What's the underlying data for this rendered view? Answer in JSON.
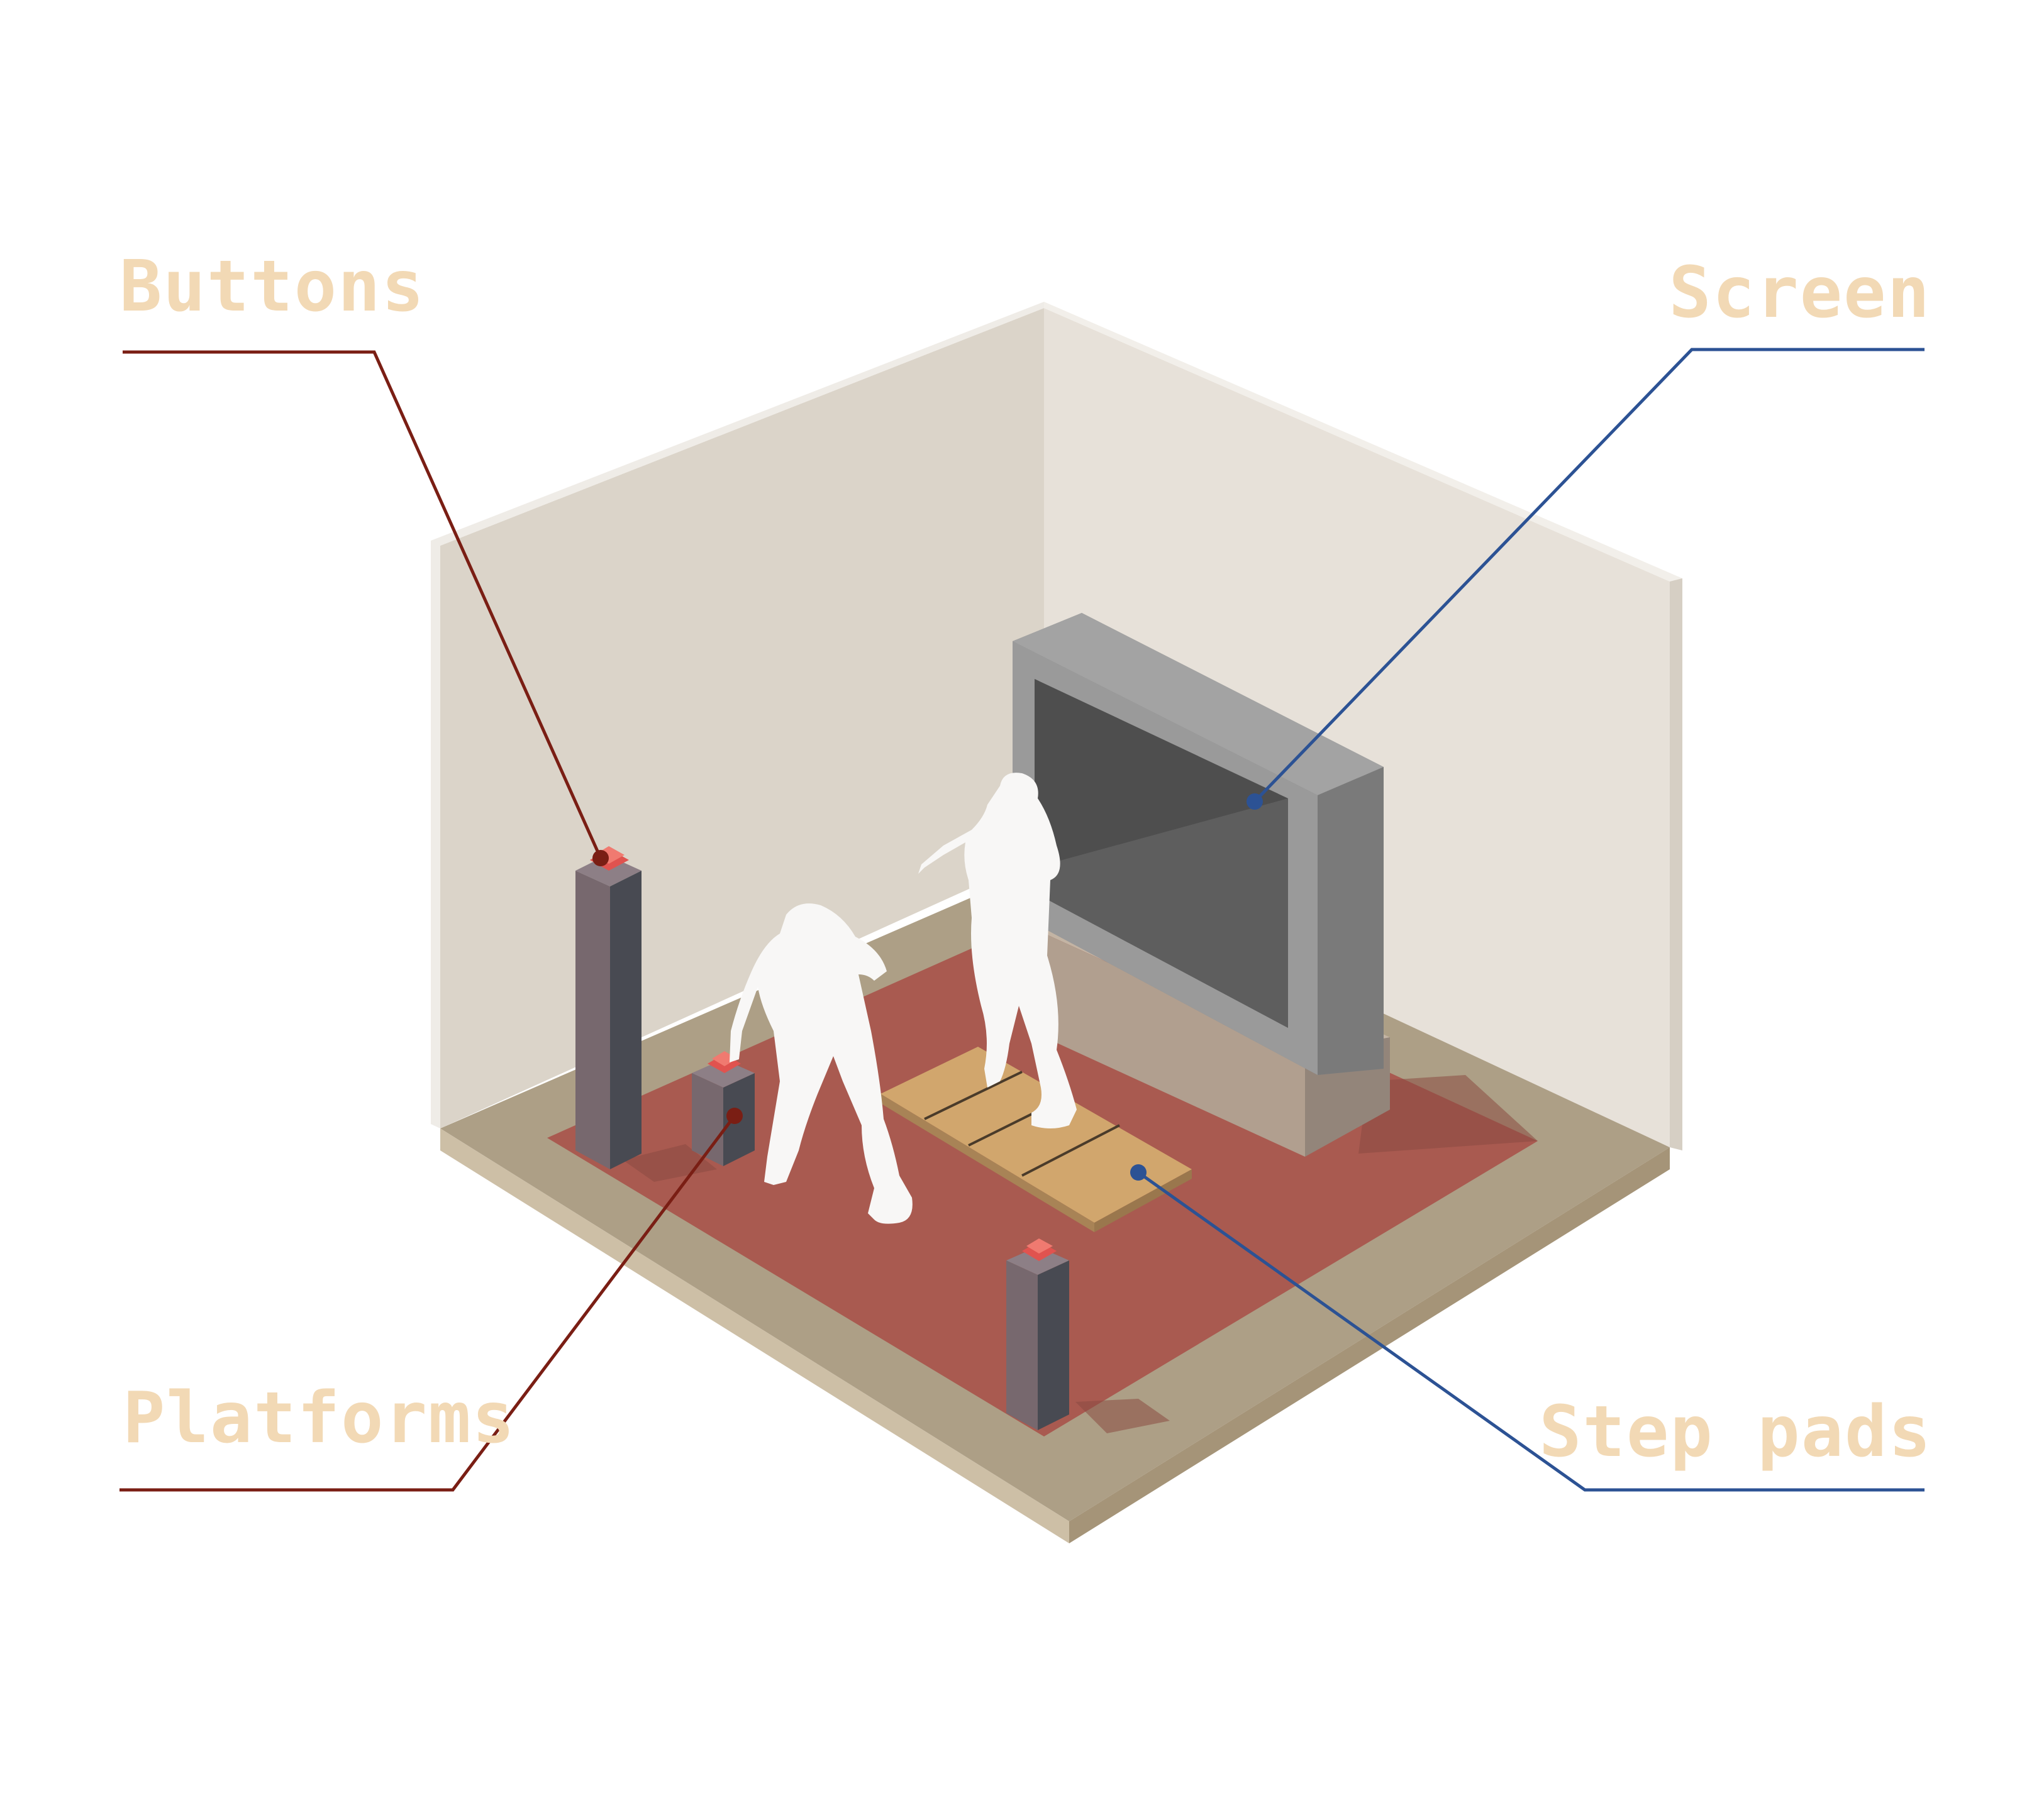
{
  "labels": {
    "buttons": "Buttons",
    "screen": "Screen",
    "platforms": "Platforms",
    "step_pads": "Step pads"
  },
  "colors": {
    "background": "#ffffff",
    "label_text": "#f2d9b5",
    "leader_red": "#7a1e14",
    "leader_blue": "#2c5294",
    "carpet": "#a95a50",
    "floor": "#ad9f86",
    "wall_left": "#dbd4c9",
    "wall_right": "#e7e1d9",
    "step_pad": "#d1a66d",
    "screen_frame": "#8a8a8a",
    "pillar": "#77686e",
    "button": "#e0534f"
  },
  "icons": {
    "players": "person-silhouette-icon",
    "buttons": "push-button-icon"
  }
}
